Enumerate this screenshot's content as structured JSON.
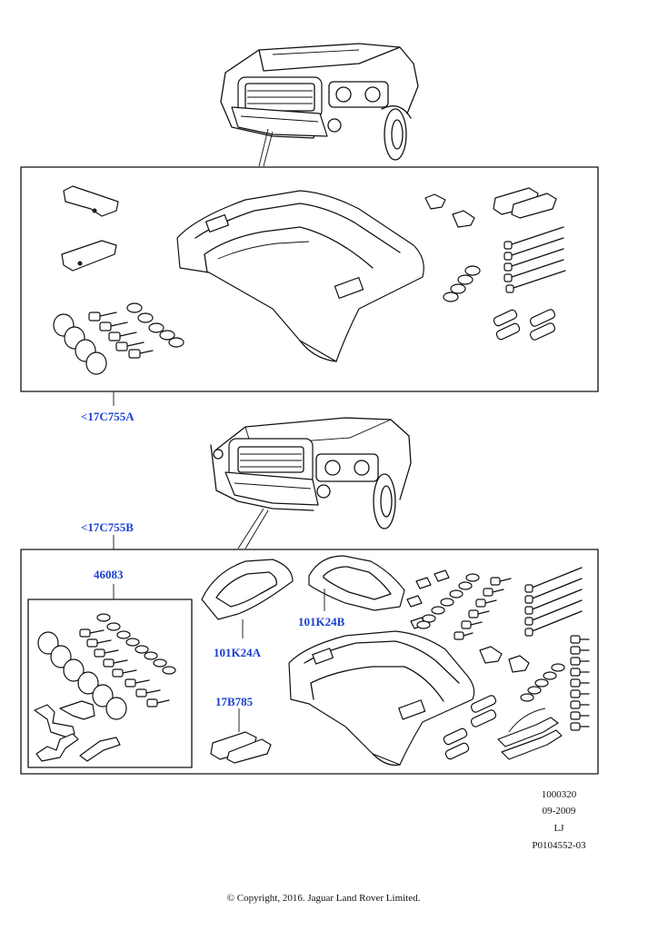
{
  "callouts": {
    "kit_a": "<17C755A",
    "kit_b": "<17C755B",
    "kit_46083": "46083",
    "part_101K24A": "101K24A",
    "part_101K24B": "101K24B",
    "part_17B785": "17B785"
  },
  "meta": {
    "ref_number": "1000320",
    "date": "09-2009",
    "initials": "LJ",
    "illustration_id": "P0104552-03"
  },
  "copyright": "© Copyright, 2016. Jaguar Land Rover Limited.",
  "colors": {
    "callout_text": "#1a3fd0",
    "line_art": "#111111",
    "background": "#ffffff"
  }
}
